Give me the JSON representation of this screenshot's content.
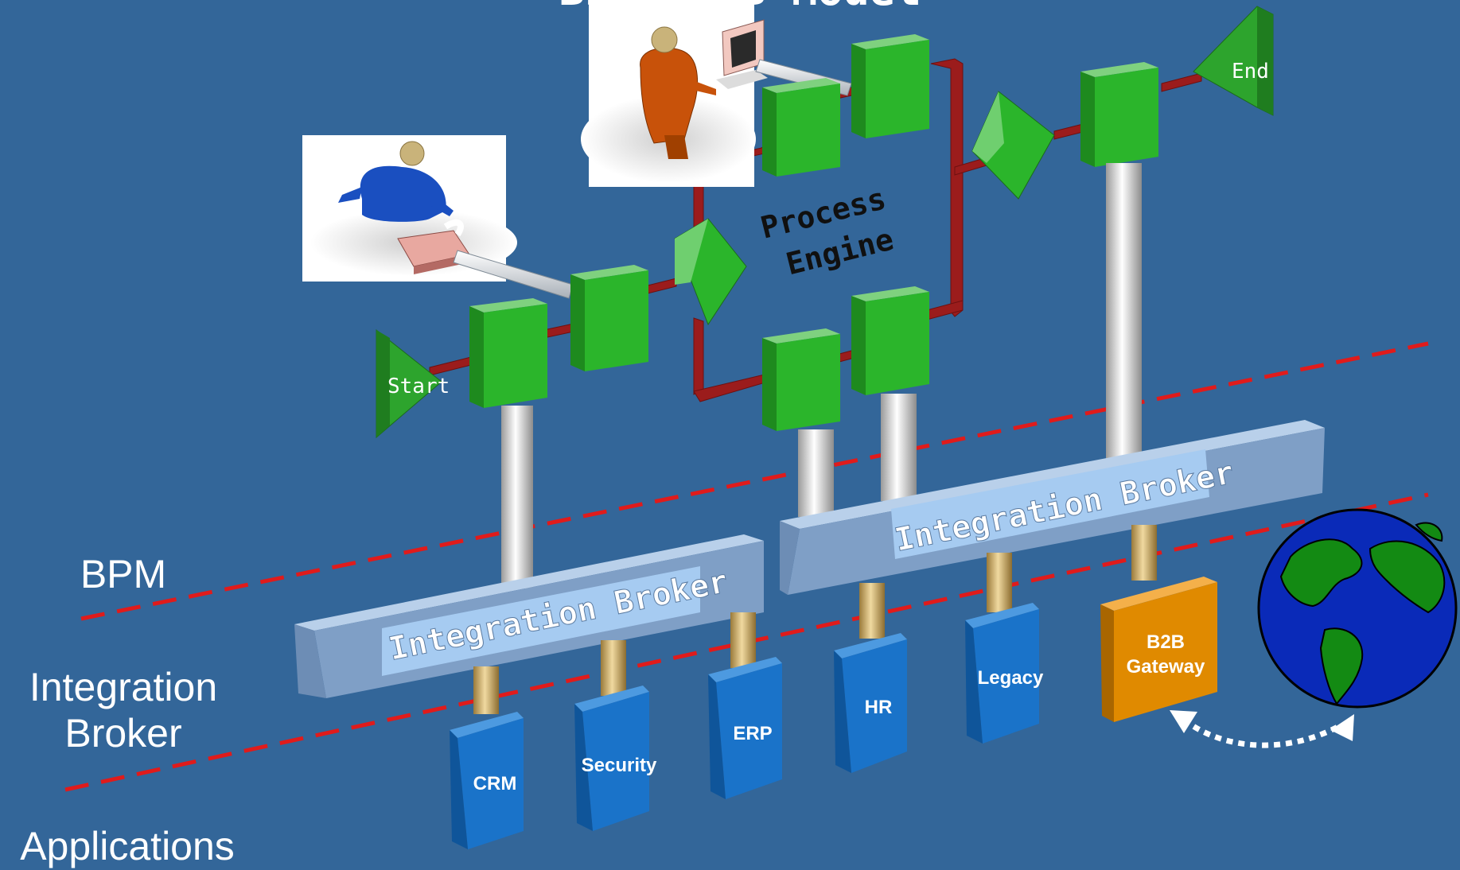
{
  "slide_title": "BPM / IB Model",
  "layers": {
    "bpm": "BPM",
    "integration_broker_line1": "Integration",
    "integration_broker_line2": "Broker",
    "applications": "Applications"
  },
  "process_engine": {
    "line1": "Process",
    "line2": "Engine"
  },
  "flow": {
    "start": "Start",
    "end": "End"
  },
  "brokers": [
    {
      "label": "Integration Broker"
    },
    {
      "label": "Integration Broker"
    }
  ],
  "applications": [
    {
      "label": "CRM"
    },
    {
      "label": "Security"
    },
    {
      "label": "ERP"
    },
    {
      "label": "HR"
    },
    {
      "label": "Legacy"
    }
  ],
  "gateway": {
    "line1": "B2B",
    "line2": "Gateway"
  },
  "colors": {
    "background": "#336699",
    "process_node": "#33b533",
    "flow_pipe": "#9b1c1c",
    "broker_bar": "#8fb3dd",
    "app_box": "#1a73c9",
    "gateway_box": "#e08a00",
    "divider": "#e01b1b"
  },
  "icons": [
    "user-at-desk-icon",
    "user-at-computer-icon",
    "globe-icon"
  ]
}
